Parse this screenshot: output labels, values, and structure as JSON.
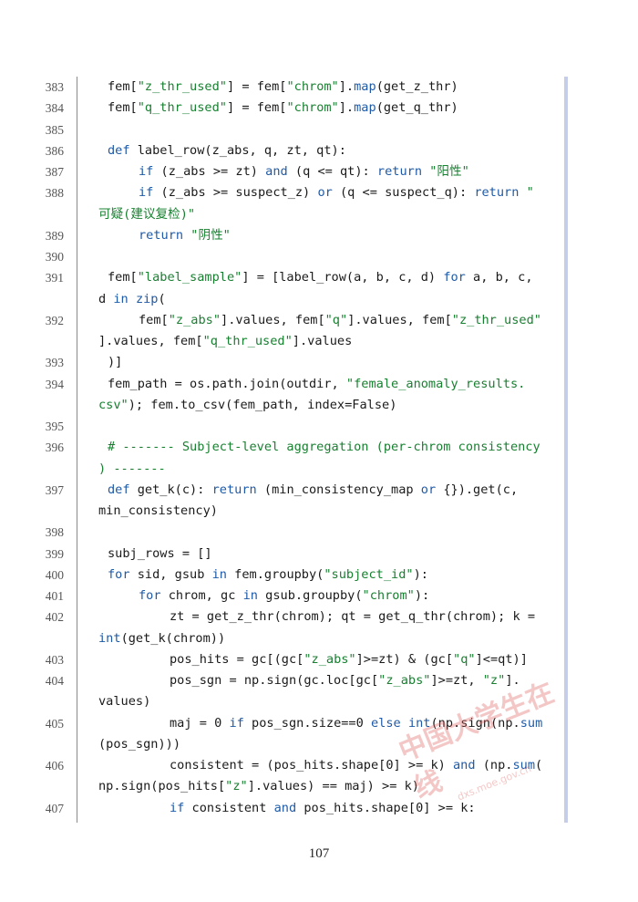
{
  "page_number": "107",
  "watermark": {
    "text": "中国大学生在线",
    "sub": "dxs.moe.gov.cn"
  },
  "lines": [
    {
      "n": "383",
      "row": 0,
      "indent": 1,
      "segs": [
        [
          "fem[",
          ""
        ],
        [
          "\"z_thr_used\"",
          "str"
        ],
        [
          "] = fem[",
          ""
        ],
        [
          "\"chrom\"",
          "str"
        ],
        [
          "].",
          ""
        ],
        [
          "map",
          "fn"
        ],
        [
          "(get_z_thr)",
          ""
        ]
      ]
    },
    {
      "n": "384",
      "row": 1,
      "indent": 1,
      "segs": [
        [
          "fem[",
          ""
        ],
        [
          "\"q_thr_used\"",
          "str"
        ],
        [
          "] = fem[",
          ""
        ],
        [
          "\"chrom\"",
          "str"
        ],
        [
          "].",
          ""
        ],
        [
          "map",
          "fn"
        ],
        [
          "(get_q_thr)",
          ""
        ]
      ]
    },
    {
      "n": "385",
      "row": 2,
      "indent": 1,
      "segs": []
    },
    {
      "n": "386",
      "row": 3,
      "indent": 1,
      "segs": [
        [
          "def",
          "kw"
        ],
        [
          " label_row(z_abs, q, zt, qt):",
          ""
        ]
      ]
    },
    {
      "n": "387",
      "row": 4,
      "indent": 2,
      "segs": [
        [
          "if",
          "kw"
        ],
        [
          " (z_abs >= zt) ",
          ""
        ],
        [
          "and",
          "kw"
        ],
        [
          " (q <= qt): ",
          ""
        ],
        [
          "return",
          "kw"
        ],
        [
          " ",
          ""
        ],
        [
          "\"阳性\"",
          "str"
        ]
      ]
    },
    {
      "n": "388",
      "row": 5,
      "indent": 2,
      "segs": [
        [
          "if",
          "kw"
        ],
        [
          " (z_abs >= suspect_z) ",
          ""
        ],
        [
          "or",
          "kw"
        ],
        [
          " (q <= suspect_q): ",
          ""
        ],
        [
          "return",
          "kw"
        ],
        [
          " ",
          ""
        ],
        [
          "\"",
          "str"
        ]
      ]
    },
    {
      "n": "",
      "row": 6,
      "indent": 0,
      "segs": [
        [
          "可疑(建议复检)\"",
          "str"
        ]
      ]
    },
    {
      "n": "389",
      "row": 7,
      "indent": 2,
      "segs": [
        [
          "return",
          "kw"
        ],
        [
          " ",
          ""
        ],
        [
          "\"阴性\"",
          "str"
        ]
      ]
    },
    {
      "n": "390",
      "row": 8,
      "indent": 1,
      "segs": []
    },
    {
      "n": "391",
      "row": 9,
      "indent": 1,
      "segs": [
        [
          "fem[",
          ""
        ],
        [
          "\"label_sample\"",
          "str"
        ],
        [
          "] = [label_row(a, b, c, d) ",
          ""
        ],
        [
          "for",
          "kw"
        ],
        [
          " a, b, c,",
          ""
        ]
      ]
    },
    {
      "n": "",
      "row": 10,
      "indent": 0,
      "segs": [
        [
          "d ",
          ""
        ],
        [
          "in",
          "kw"
        ],
        [
          " ",
          ""
        ],
        [
          "zip",
          "fn"
        ],
        [
          "(",
          ""
        ]
      ]
    },
    {
      "n": "392",
      "row": 11,
      "indent": 2,
      "segs": [
        [
          "fem[",
          ""
        ],
        [
          "\"z_abs\"",
          "str"
        ],
        [
          "].values, fem[",
          ""
        ],
        [
          "\"q\"",
          "str"
        ],
        [
          "].values, fem[",
          ""
        ],
        [
          "\"z_thr_used\"",
          "str"
        ]
      ]
    },
    {
      "n": "",
      "row": 12,
      "indent": 0,
      "segs": [
        [
          "].values, fem[",
          ""
        ],
        [
          "\"q_thr_used\"",
          "str"
        ],
        [
          "].values",
          ""
        ]
      ]
    },
    {
      "n": "393",
      "row": 13,
      "indent": 1,
      "segs": [
        [
          ")]",
          ""
        ]
      ]
    },
    {
      "n": "394",
      "row": 14,
      "indent": 1,
      "segs": [
        [
          "fem_path = os.path.join(outdir, ",
          ""
        ],
        [
          "\"female_anomaly_results.",
          "str"
        ]
      ]
    },
    {
      "n": "",
      "row": 15,
      "indent": 0,
      "segs": [
        [
          "csv\"",
          "str"
        ],
        [
          "); fem.to_csv(fem_path, index=False)",
          ""
        ]
      ]
    },
    {
      "n": "395",
      "row": 16,
      "indent": 1,
      "segs": []
    },
    {
      "n": "396",
      "row": 17,
      "indent": 1,
      "segs": [
        [
          "# ------- Subject-level aggregation (per-chrom consistency",
          "cm"
        ]
      ]
    },
    {
      "n": "",
      "row": 18,
      "indent": 0,
      "segs": [
        [
          ") -------",
          "cm"
        ]
      ]
    },
    {
      "n": "397",
      "row": 19,
      "indent": 1,
      "segs": [
        [
          "def",
          "kw"
        ],
        [
          " get_k(c): ",
          ""
        ],
        [
          "return",
          "kw"
        ],
        [
          " (min_consistency_map ",
          ""
        ],
        [
          "or",
          "kw"
        ],
        [
          " {}).get(c,",
          ""
        ]
      ]
    },
    {
      "n": "",
      "row": 20,
      "indent": 0,
      "segs": [
        [
          "min_consistency)",
          ""
        ]
      ]
    },
    {
      "n": "398",
      "row": 21,
      "indent": 1,
      "segs": []
    },
    {
      "n": "399",
      "row": 22,
      "indent": 1,
      "segs": [
        [
          "subj_rows = []",
          ""
        ]
      ]
    },
    {
      "n": "400",
      "row": 23,
      "indent": 1,
      "segs": [
        [
          "for",
          "kw"
        ],
        [
          " sid, gsub ",
          ""
        ],
        [
          "in",
          "kw"
        ],
        [
          " fem.groupby(",
          ""
        ],
        [
          "\"subject_id\"",
          "str"
        ],
        [
          "):",
          ""
        ]
      ]
    },
    {
      "n": "401",
      "row": 24,
      "indent": 2,
      "segs": [
        [
          "for",
          "kw"
        ],
        [
          " chrom, gc ",
          ""
        ],
        [
          "in",
          "kw"
        ],
        [
          " gsub.groupby(",
          ""
        ],
        [
          "\"chrom\"",
          "str"
        ],
        [
          "):",
          ""
        ]
      ]
    },
    {
      "n": "402",
      "row": 25,
      "indent": 3,
      "segs": [
        [
          "zt = get_z_thr(chrom); qt = get_q_thr(chrom); k =",
          ""
        ]
      ]
    },
    {
      "n": "",
      "row": 26,
      "indent": 0,
      "segs": [
        [
          "int",
          "fn"
        ],
        [
          "(get_k(chrom))",
          ""
        ]
      ]
    },
    {
      "n": "403",
      "row": 27,
      "indent": 3,
      "segs": [
        [
          "pos_hits = gc[(gc[",
          ""
        ],
        [
          "\"z_abs\"",
          "str"
        ],
        [
          "]>=zt) & (gc[",
          ""
        ],
        [
          "\"q\"",
          "str"
        ],
        [
          "]<=qt)]",
          ""
        ]
      ]
    },
    {
      "n": "404",
      "row": 28,
      "indent": 3,
      "segs": [
        [
          "pos_sgn = np.sign(gc.loc[gc[",
          ""
        ],
        [
          "\"z_abs\"",
          "str"
        ],
        [
          "]>=zt, ",
          ""
        ],
        [
          "\"z\"",
          "str"
        ],
        [
          "].",
          ""
        ]
      ]
    },
    {
      "n": "",
      "row": 29,
      "indent": 0,
      "segs": [
        [
          "values)",
          ""
        ]
      ]
    },
    {
      "n": "405",
      "row": 30,
      "indent": 3,
      "segs": [
        [
          "maj = 0 ",
          ""
        ],
        [
          "if",
          "kw"
        ],
        [
          " pos_sgn.size==0 ",
          ""
        ],
        [
          "else",
          "kw"
        ],
        [
          " ",
          ""
        ],
        [
          "int",
          "fn"
        ],
        [
          "(np.sign(np.",
          ""
        ],
        [
          "sum",
          "fn"
        ]
      ]
    },
    {
      "n": "",
      "row": 31,
      "indent": 0,
      "segs": [
        [
          "(pos_sgn)))",
          ""
        ]
      ]
    },
    {
      "n": "406",
      "row": 32,
      "indent": 3,
      "segs": [
        [
          "consistent = (pos_hits.shape[0] >= k) ",
          ""
        ],
        [
          "and",
          "kw"
        ],
        [
          " (np.",
          ""
        ],
        [
          "sum",
          "fn"
        ],
        [
          "(",
          ""
        ]
      ]
    },
    {
      "n": "",
      "row": 33,
      "indent": 0,
      "segs": [
        [
          "np.sign(pos_hits[",
          ""
        ],
        [
          "\"z\"",
          "str"
        ],
        [
          "].values) == maj) >= k)",
          ""
        ]
      ]
    },
    {
      "n": "407",
      "row": 34,
      "indent": 3,
      "segs": [
        [
          "if",
          "kw"
        ],
        [
          " consistent ",
          ""
        ],
        [
          "and",
          "kw"
        ],
        [
          " pos_hits.shape[0] >= k:",
          ""
        ]
      ]
    }
  ]
}
